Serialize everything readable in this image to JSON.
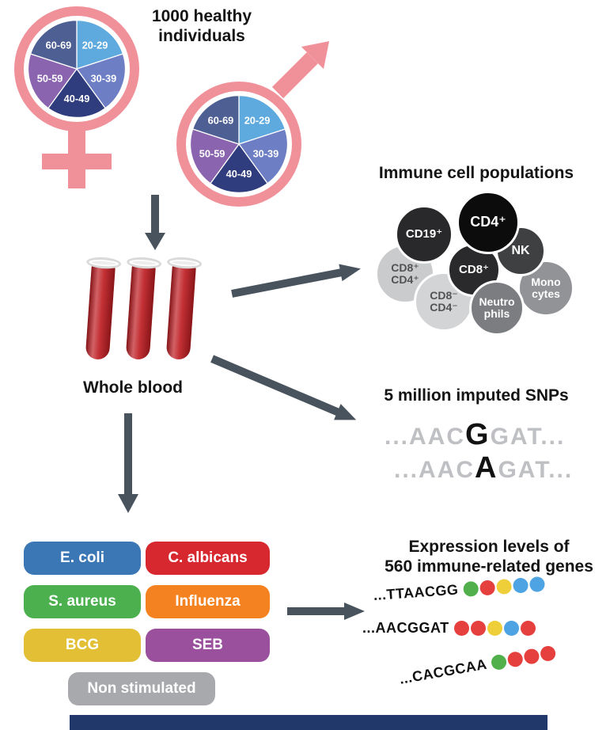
{
  "demographics": {
    "heading": "1000 healthy individuals",
    "symbol_color": "#f0919a",
    "pie_segments": [
      {
        "label": "20-29",
        "color": "#5ea9de"
      },
      {
        "label": "30-39",
        "color": "#6d7ec5"
      },
      {
        "label": "40-49",
        "color": "#2f3c7d"
      },
      {
        "label": "50-59",
        "color": "#8a64ae"
      },
      {
        "label": "60-69",
        "color": "#4d5f93"
      }
    ]
  },
  "blood": {
    "label": "Whole blood",
    "tube_color": "#c0252a"
  },
  "arrows": {
    "color": "#49535e"
  },
  "immune_cells": {
    "heading": "Immune cell populations",
    "cells": [
      {
        "line1": "CD19⁺",
        "line2": "",
        "color": "#29292b",
        "text_color": "#ffffff"
      },
      {
        "line1": "CD4⁺",
        "line2": "",
        "color": "#0c0c0d",
        "text_color": "#ffffff"
      },
      {
        "line1": "NK",
        "line2": "",
        "color": "#3f4042",
        "text_color": "#ffffff"
      },
      {
        "line1": "CD8⁺",
        "line2": "",
        "color": "#2a2a2c",
        "text_color": "#ffffff"
      },
      {
        "line1": "CD8⁺",
        "line2": "CD4⁺",
        "color": "#c9cbcd",
        "text_color": "#515254"
      },
      {
        "line1": "Mono",
        "line2": "cytes",
        "color": "#919396",
        "text_color": "#ffffff"
      },
      {
        "line1": "CD8⁻",
        "line2": "CD4⁻",
        "color": "#d3d4d6",
        "text_color": "#515254"
      },
      {
        "line1": "Neutro",
        "line2": "phils",
        "color": "#7b7d80",
        "text_color": "#ffffff"
      }
    ]
  },
  "snps": {
    "heading": "5 million imputed SNPs",
    "faded_color": "#bec0c3",
    "variant_color": "#121212",
    "sequences": [
      {
        "pre": "...AAC",
        "variant": "G",
        "post": "GAT..."
      },
      {
        "pre": "...AAC",
        "variant": "A",
        "post": "GAT..."
      }
    ]
  },
  "stimuli": {
    "label_color": "#ffffff",
    "items": [
      {
        "label": "E. coli",
        "color": "#3b77b4"
      },
      {
        "label": "C. albicans",
        "color": "#d7282f"
      },
      {
        "label": "S. aureus",
        "color": "#4cb04f"
      },
      {
        "label": "Influenza",
        "color": "#f58220"
      },
      {
        "label": "BCG",
        "color": "#e2bf35"
      },
      {
        "label": "SEB",
        "color": "#9b509d"
      },
      {
        "label": "Non stimulated",
        "color": "#a7a9ac"
      }
    ]
  },
  "expression": {
    "heading_line1": "Expression levels of",
    "heading_line2": "560 immune-related genes",
    "reads": [
      {
        "seq": "...TTAACGG",
        "beads": [
          "#52b04c",
          "#e6403e",
          "#efcf39",
          "#4ea3e3",
          "#4ea3e3"
        ]
      },
      {
        "seq": "...AACGGAT",
        "beads": [
          "#e6403e",
          "#e6403e",
          "#efcf39",
          "#4ea3e3",
          "#e6403e"
        ]
      },
      {
        "seq": "...CACGCAA",
        "beads": [
          "#52b04c",
          "#e6403e",
          "#e6403e",
          "#e6403e"
        ]
      }
    ]
  },
  "footer_bar_color": "#20386a"
}
